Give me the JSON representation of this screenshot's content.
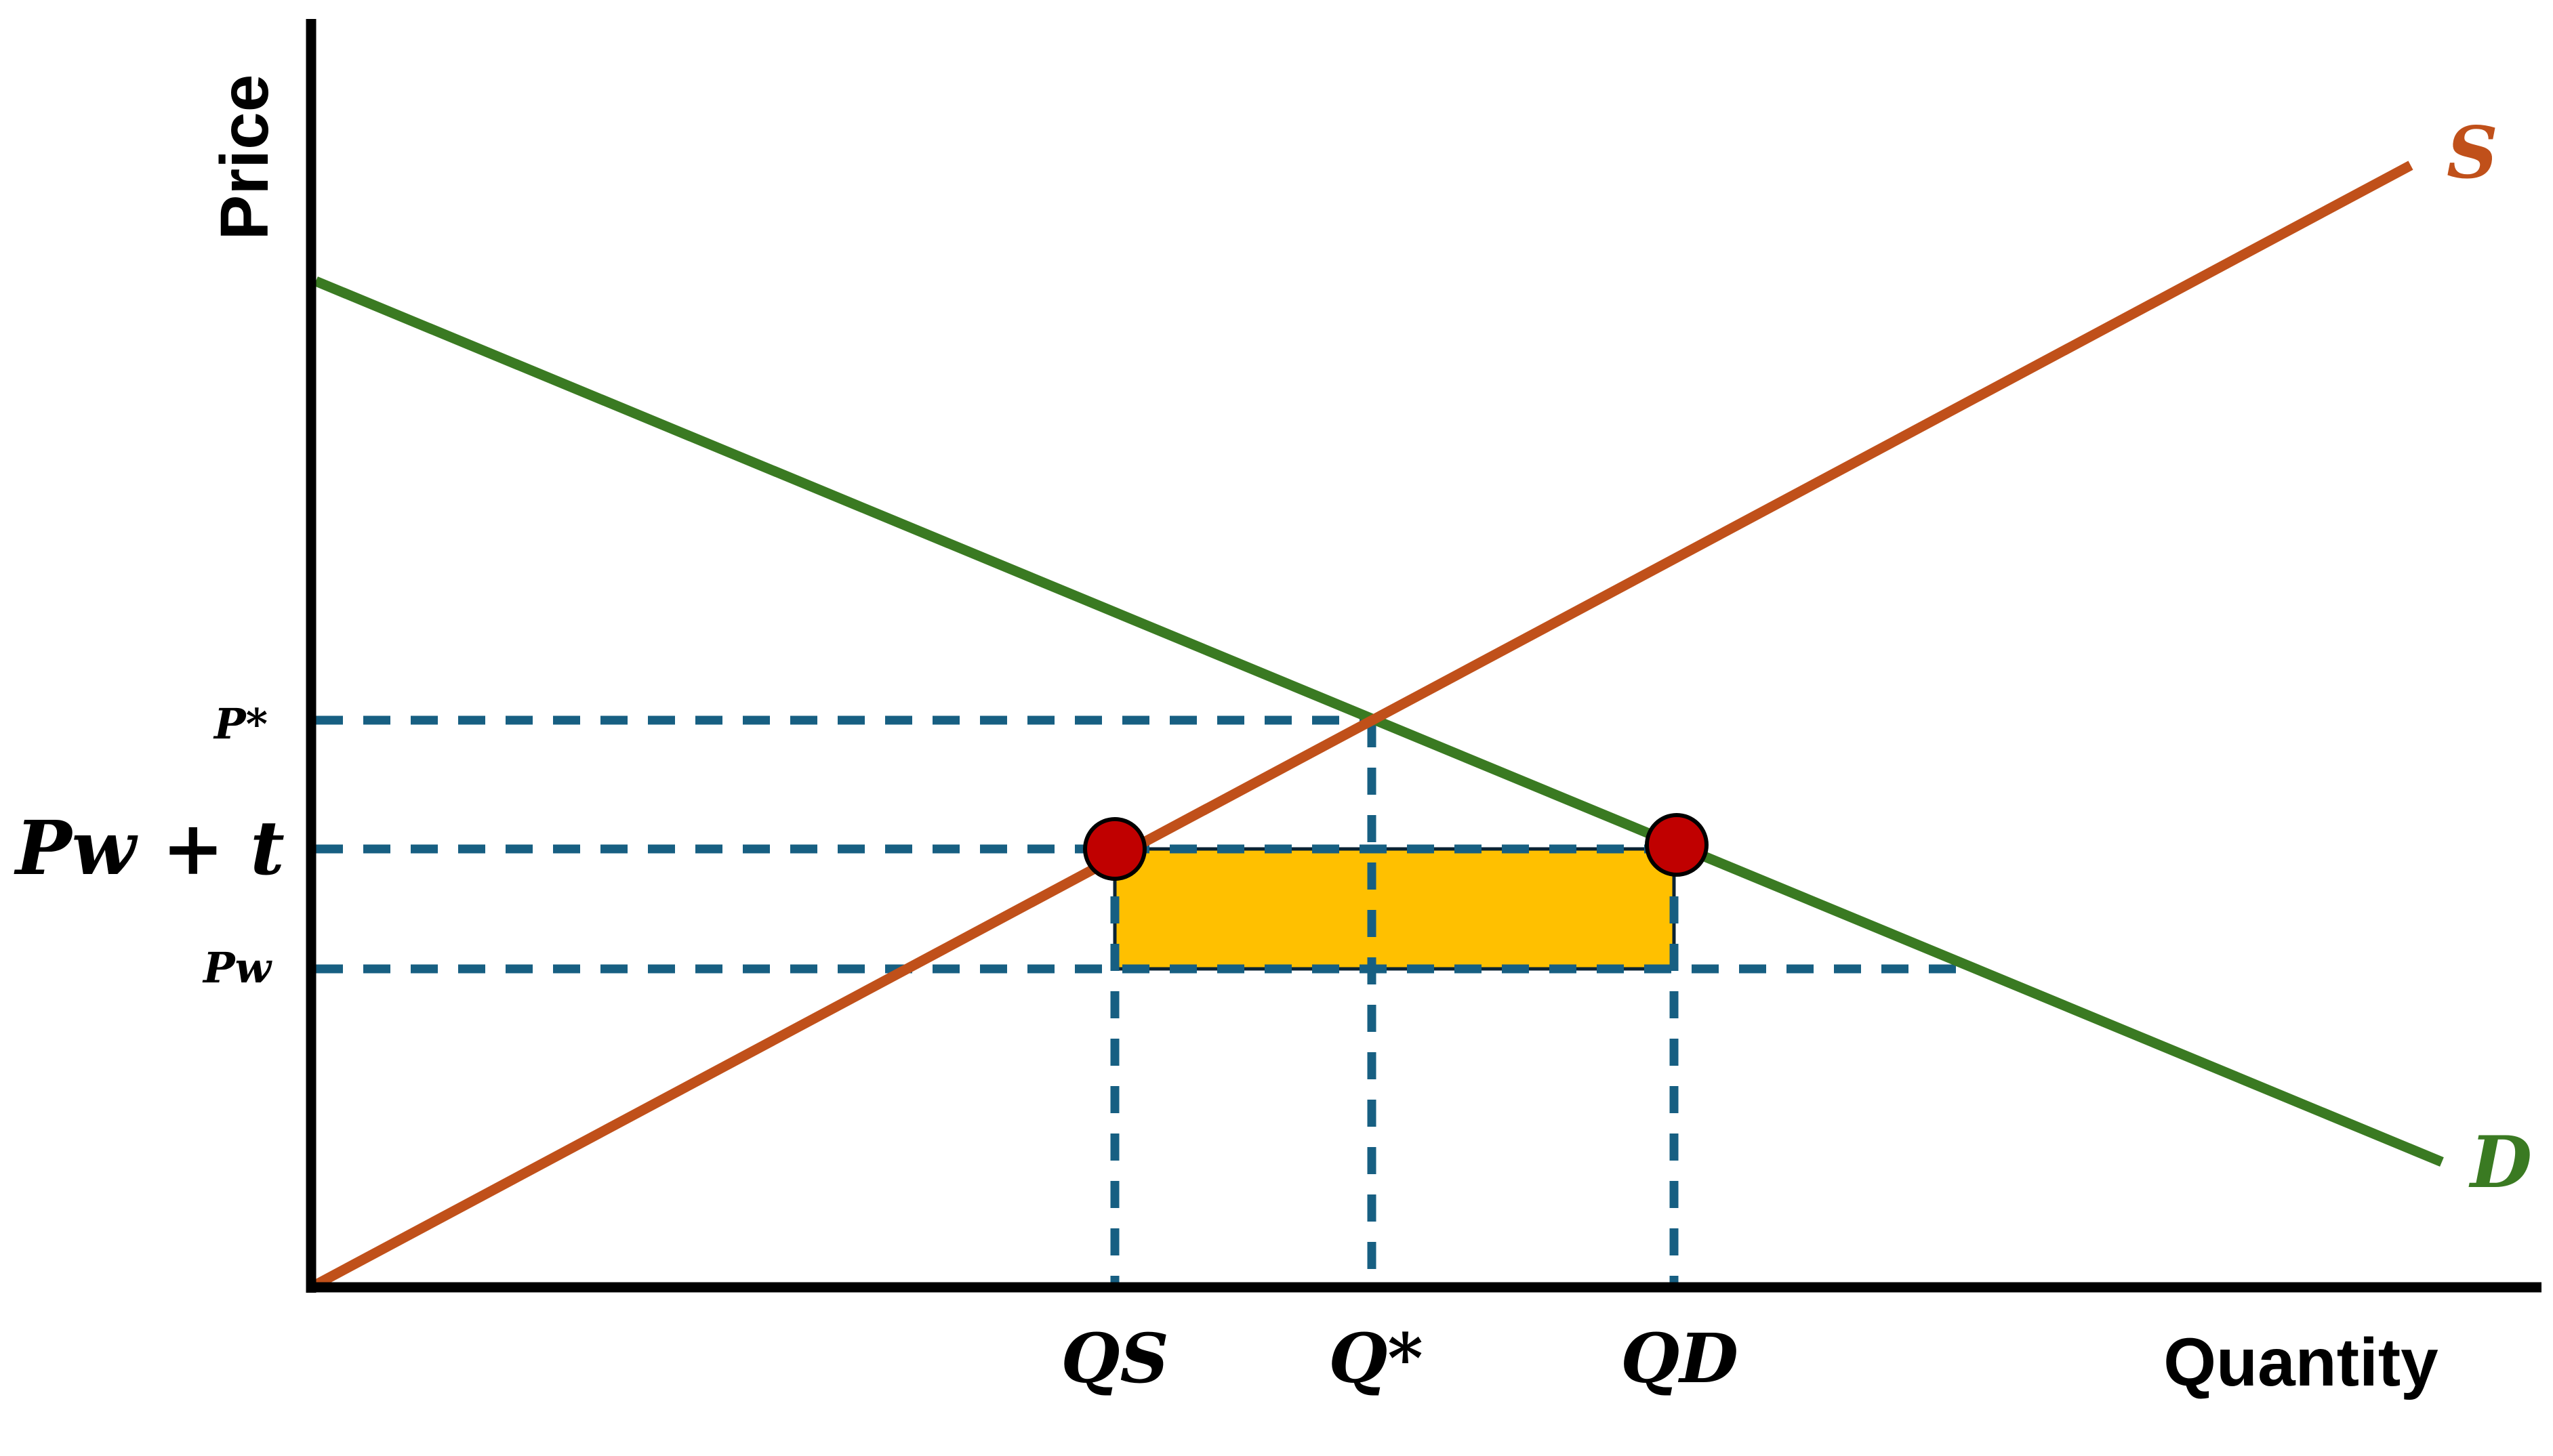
{
  "diagram": {
    "title": "Tariff on imports: supply and demand",
    "axes": {
      "y_label": "Price",
      "x_label": "Quantity"
    },
    "curves": {
      "supply": {
        "label": "S",
        "color": "#C0501A"
      },
      "demand": {
        "label": "D",
        "color": "#3A7A22"
      }
    },
    "price_labels": {
      "p_star": "P*",
      "p_w_plus_t": "Pw + t",
      "p_w": "Pw"
    },
    "quantity_labels": {
      "q_s": "QS",
      "q_star": "Q*",
      "q_d": "QD"
    },
    "colors": {
      "guide": "#175F82",
      "tariff_area": "#FFC000",
      "point": "#C00000",
      "axis": "#000000"
    }
  }
}
